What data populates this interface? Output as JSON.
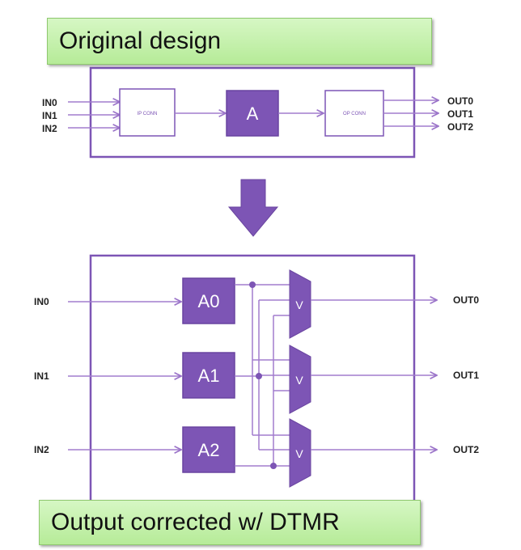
{
  "banners": {
    "top": "Original design",
    "bottom": "Output corrected w/ DTMR"
  },
  "original": {
    "inputs": [
      "IN0",
      "IN1",
      "IN2"
    ],
    "outputs": [
      "OUT0",
      "OUT1",
      "OUT2"
    ],
    "ip_conn": "IP CONN",
    "block": "A",
    "op_conn": "OP CONN"
  },
  "dtmr": {
    "inputs": [
      "IN0",
      "IN1",
      "IN2"
    ],
    "outputs": [
      "OUT0",
      "OUT1",
      "OUT2"
    ],
    "blocks": [
      "A0",
      "A1",
      "A2"
    ],
    "voters": [
      "V",
      "V",
      "V"
    ]
  },
  "colors": {
    "accent": "#7d55b5",
    "line": "#a27dce",
    "text": "#222222",
    "banner": "#c2f0a8"
  }
}
